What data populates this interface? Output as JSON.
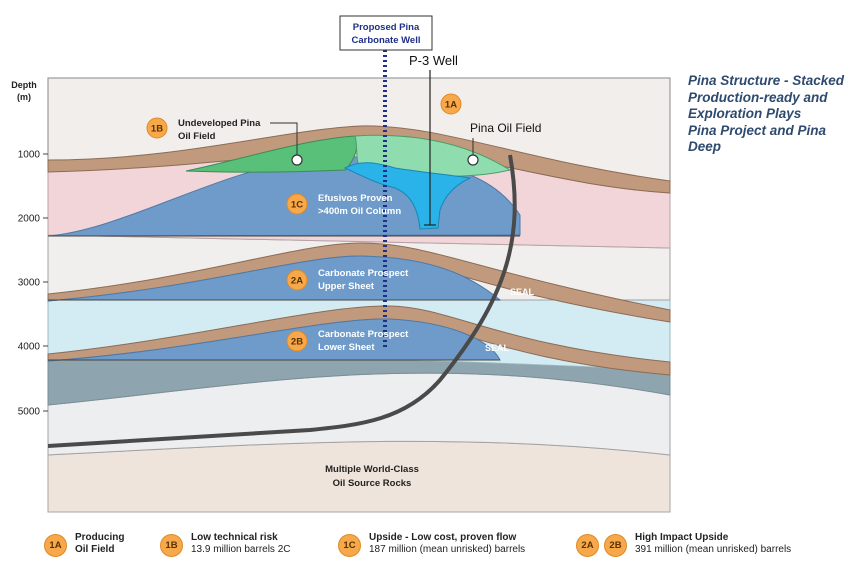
{
  "well_label": {
    "line1": "Proposed Pina",
    "line2": "Carbonate Well"
  },
  "p3_label": "P-3 Well",
  "pina_field_label": "Pina Oil Field",
  "depth_axis": {
    "title_line1": "Depth",
    "title_line2": "(m)",
    "ticks": [
      "1000",
      "2000",
      "3000",
      "4000",
      "5000"
    ]
  },
  "side_title": [
    "Pina Structure - Stacked",
    "Production-ready and",
    "Exploration Plays",
    "Pina Project and Pina",
    "Deep"
  ],
  "zones": {
    "1A": {
      "badge": "1A"
    },
    "1B": {
      "badge": "1B",
      "line1": "Undeveloped Pina",
      "line2": "Oil Field"
    },
    "1C": {
      "badge": "1C",
      "line1": "Efusivos Proven",
      "line2": ">400m Oil Column"
    },
    "2A": {
      "badge": "2A",
      "line1": "Carbonate Prospect",
      "line2": "Upper Sheet"
    },
    "2B": {
      "badge": "2B",
      "line1": "Carbonate Prospect",
      "line2": "Lower Sheet"
    }
  },
  "seal_label": "SEAL",
  "source_rock": {
    "line1": "Multiple World-Class",
    "line2": "Oil Source Rocks"
  },
  "legend": [
    {
      "badges": [
        "1A"
      ],
      "title": "Producing",
      "detail": "Oil Field"
    },
    {
      "badges": [
        "1B"
      ],
      "title": "Low technical risk",
      "detail": "13.9 million barrels 2C"
    },
    {
      "badges": [
        "1C"
      ],
      "title": "Upside - Low cost, proven flow",
      "detail": "187 million (mean unrisked) barrels"
    },
    {
      "badges": [
        "2A",
        "2B"
      ],
      "title": "High Impact Upside",
      "detail": "391 million (mean unrisked) barrels"
    }
  ],
  "colors": {
    "brown_layer": "#c19a7e",
    "pink_layer": "#f2d5d9",
    "carbonate_blue": "#6e9bc9",
    "light_blue_layer": "#d3ecf3",
    "green_oil": "#59c07a",
    "light_green_oil": "#8fdcae",
    "bright_blue_oil": "#29b3e8",
    "gray_blue_layer": "#8ea4ae",
    "source_rock": "#efe6df",
    "badge_orange": "#f6a84a",
    "title_blue": "#2e4a6e",
    "well_dots": "#1f2f86"
  }
}
